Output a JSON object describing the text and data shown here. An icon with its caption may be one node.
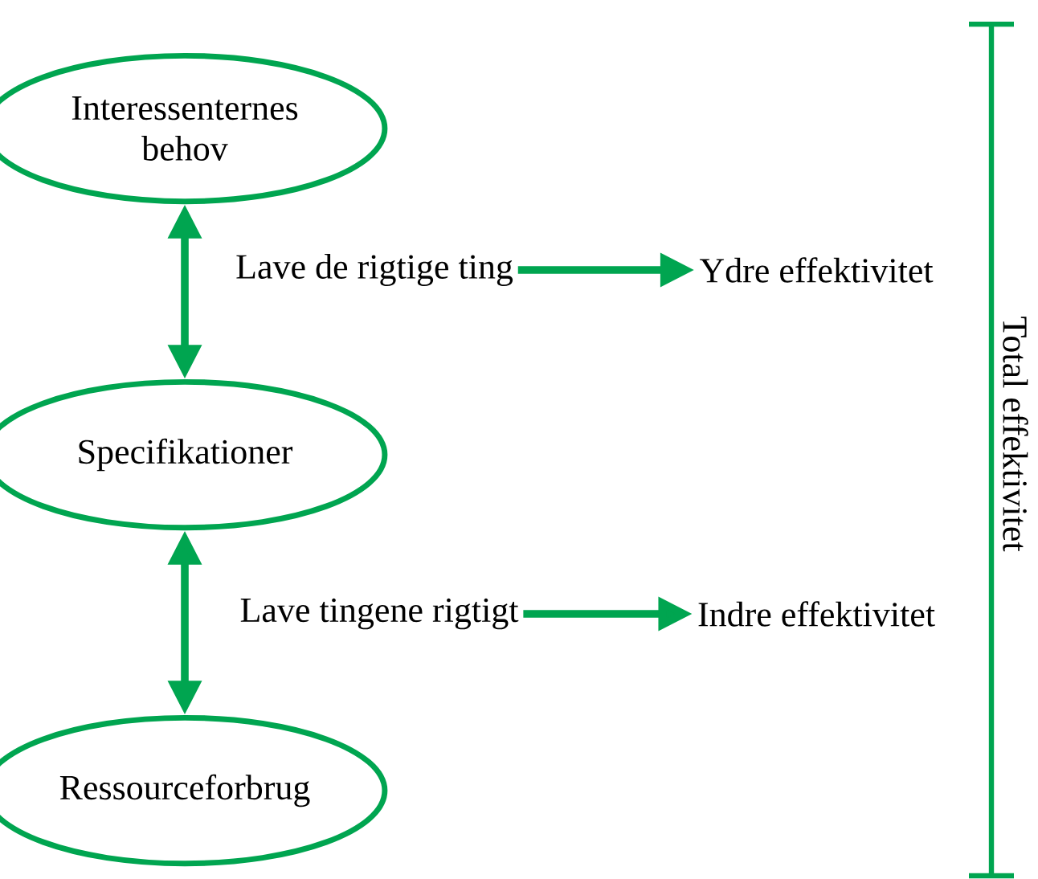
{
  "diagram": {
    "nodes": [
      {
        "text": [
          "Interessenternes behov"
        ]
      },
      {
        "text": [
          "Specifikationer"
        ]
      },
      {
        "text": [
          "Ressourceforbrug"
        ]
      },
      {
        "text": [
          "Lave de rigtige ting"
        ]
      },
      {
        "text": [
          "Ydre effektivitet"
        ]
      },
      {
        "text": [
          "Lave tingene rigtigt"
        ]
      },
      {
        "text": [
          "Indre effektivitet"
        ]
      }
    ],
    "edges": [
      {
        "from": 0,
        "to": 1,
        "arrow": "both"
      },
      {
        "from": 3,
        "to": 4,
        "arrow": "to"
      },
      {
        "from": 1,
        "to": 2,
        "arrow": "both"
      },
      {
        "from": 5,
        "to": 6,
        "arrow": "to"
      }
    ],
    "labels": [
      "Total effektivitet"
    ]
  }
}
